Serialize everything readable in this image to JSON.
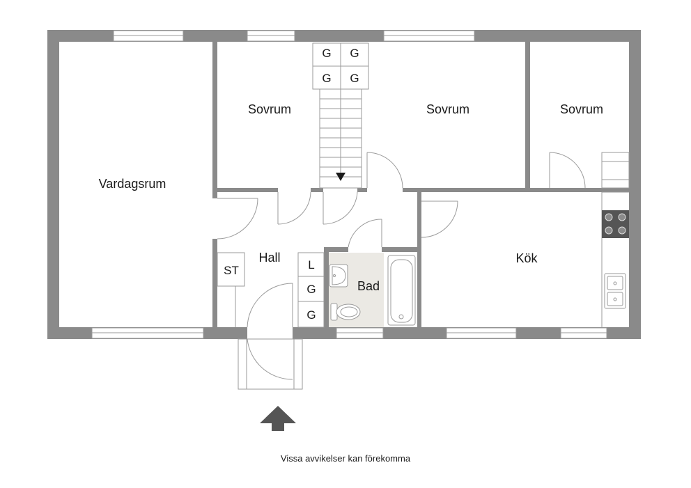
{
  "rooms": {
    "vardagsrum": "Vardagsrum",
    "sovrum_1": "Sovrum",
    "sovrum_2": "Sovrum",
    "sovrum_3": "Sovrum",
    "hall": "Hall",
    "bad": "Bad",
    "kok": "Kök"
  },
  "closets": {
    "stair_top": [
      "G",
      "G",
      "G",
      "G"
    ],
    "hall_st": "ST",
    "hall_l": "L",
    "hall_g1": "G",
    "hall_g2": "G"
  },
  "disclaimer": "Vissa avvikelser kan förekomma",
  "icons": [
    "entrance-arrow-icon",
    "stair-direction-arrow-icon",
    "stove-icon",
    "sink-icon",
    "toilet-icon",
    "washbasin-icon",
    "bathtub-icon"
  ],
  "colors": {
    "wall": "#8a8a8a",
    "bathroom_floor": "#ebe9e4",
    "stove": "#555555",
    "line": "#9a9a9a"
  }
}
